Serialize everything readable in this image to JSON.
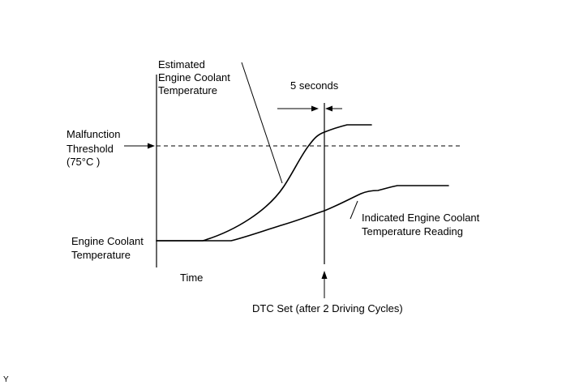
{
  "labels": {
    "estimated_line1": "Estimated",
    "estimated_line2": "Engine Coolant",
    "estimated_line3": "Temperature",
    "five_seconds": "5 seconds",
    "malfunction_line1": "Malfunction",
    "malfunction_line2": "Threshold",
    "malfunction_line3": "(75°C )",
    "ect_line1": "Engine Coolant",
    "ect_line2": "Temperature",
    "time": "Time",
    "indicated_line1": "Indicated Engine Coolant",
    "indicated_line2": "Temperature Reading",
    "dtc_set": "DTC Set (after 2 Driving Cycles)",
    "corner_mark": "Y"
  }
}
